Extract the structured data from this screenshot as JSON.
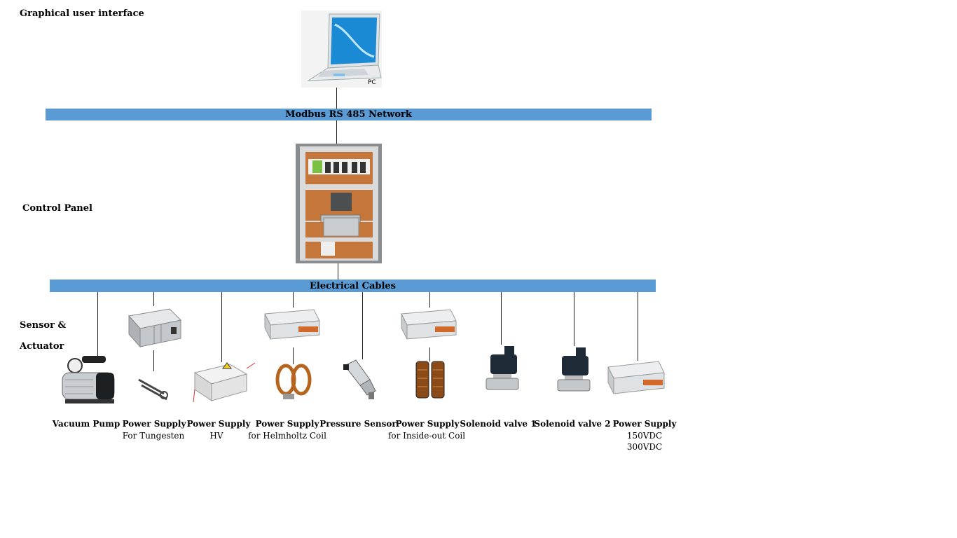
{
  "labels": {
    "gui": "Graphical user interface",
    "control_panel": "Control Panel",
    "sensor_actuator_line1": "Sensor &",
    "sensor_actuator_line2": "Actuator",
    "pc": "PC"
  },
  "buses": {
    "modbus": "Modbus RS 485 Network",
    "cables": "Electrical Cables"
  },
  "devices": [
    {
      "name": "Vacuum Pump",
      "sub": []
    },
    {
      "name": "Power Supply",
      "sub": [
        "For Tungesten"
      ]
    },
    {
      "name": "Power Supply",
      "sub": [
        "HV"
      ]
    },
    {
      "name": "Power Supply",
      "sub": [
        "for Helmholtz Coil"
      ]
    },
    {
      "name": "Pressure Sensor",
      "sub": []
    },
    {
      "name": "Power Supply",
      "sub": [
        "for Inside-out Coil"
      ]
    },
    {
      "name": "Solenoid valve 1",
      "sub": []
    },
    {
      "name": "Solenoid valve 2",
      "sub": []
    },
    {
      "name": "Power Supply",
      "sub": [
        "150VDC",
        "300VDC"
      ]
    }
  ],
  "colors": {
    "bus": "#5b9bd5",
    "copper": "#b5651d",
    "metal": "#c8ccd0",
    "valve_body": "#1e2a36"
  }
}
